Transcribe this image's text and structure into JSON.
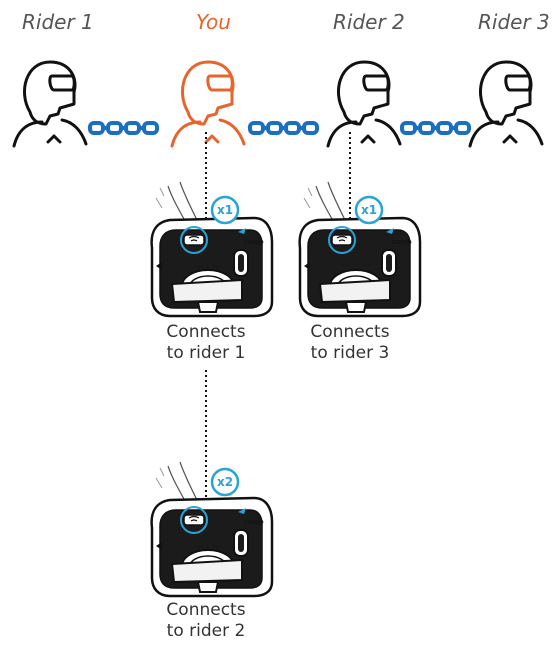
{
  "riders": [
    {
      "label": "Rider 1",
      "highlight": false
    },
    {
      "label": "You",
      "highlight": true
    },
    {
      "label": "Rider 2",
      "highlight": false
    },
    {
      "label": "Rider 3",
      "highlight": false
    }
  ],
  "devices": [
    {
      "press_count": "x1",
      "caption_line1": "Connects",
      "caption_line2": "to rider 1",
      "brand": "cardo"
    },
    {
      "press_count": "x1",
      "caption_line1": "Connects",
      "caption_line2": "to rider 3",
      "brand": "cardo"
    },
    {
      "press_count": "x2",
      "caption_line1": "Connects",
      "caption_line2": "to rider 2",
      "brand": "cardo"
    }
  ],
  "colors": {
    "highlight": "#e8642c",
    "chain": "#1a6fc0",
    "badge": "#2aa3d9",
    "outline": "#111111",
    "label_text": "#555555"
  }
}
